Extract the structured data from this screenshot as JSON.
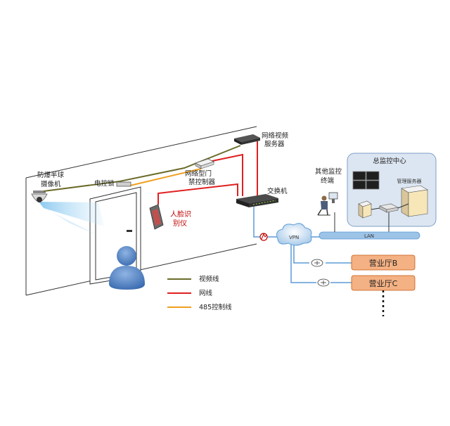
{
  "labels": {
    "camera": [
      "防爆半球",
      "摄像机"
    ],
    "lock": "电控锁",
    "video_server": [
      "网络视频",
      "服务器"
    ],
    "access_controller": [
      "网络型门",
      "禁控制器"
    ],
    "face_device": [
      "人脸识",
      "别仪"
    ],
    "switch": "交换机",
    "other_terminal": [
      "其他监控",
      "终端"
    ],
    "control_center": "总监控中心",
    "mgmt_server": "管理服务器",
    "vpn": "VPN",
    "lan": "LAN",
    "hall_b": "营业厅B",
    "hall_c": "营业厅C"
  },
  "legend": [
    {
      "label": "视频线",
      "color": "#6b6b2a"
    },
    {
      "label": "网线",
      "color": "#e02020"
    },
    {
      "label": "485控制线",
      "color": "#f0a020"
    }
  ],
  "colors": {
    "video_line": "#6b6b2a",
    "net_line": "#e02020",
    "rs485_line": "#f0a020",
    "wan_line": "#5b9bd5",
    "hall_fill": "#f4b183",
    "center_fill": "#dce6f2",
    "person": "#4f81bd"
  }
}
